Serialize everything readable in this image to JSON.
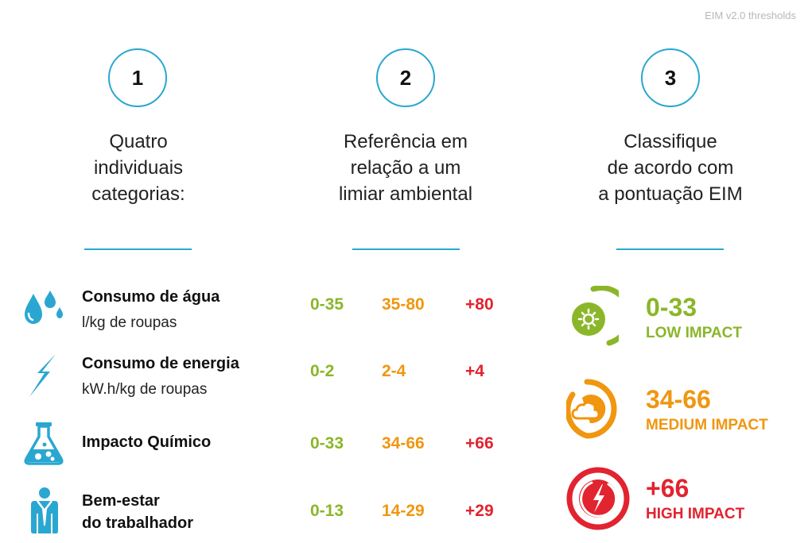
{
  "version": "EIM v2.0 thresholds",
  "colors": {
    "accent": "#2aa7d1",
    "green": "#8bb62a",
    "orange": "#f0960f",
    "red": "#e22330"
  },
  "steps": [
    {
      "number": "1",
      "lines": [
        "Quatro",
        "individuais",
        "categorias:"
      ]
    },
    {
      "number": "2",
      "lines": [
        "Referência em",
        "relação a um",
        "limiar ambiental"
      ]
    },
    {
      "number": "3",
      "lines": [
        "Classifique",
        "de acordo com",
        "a pontuação EIM"
      ]
    }
  ],
  "categories": [
    {
      "icon": "water-drops-icon",
      "name": [
        "Consumo de água"
      ],
      "unit": "l/kg de roupas",
      "values": [
        "0-35",
        "35-80",
        "+80"
      ]
    },
    {
      "icon": "lightning-icon",
      "name": [
        "Consumo de energia"
      ],
      "unit": "kW.h/kg de roupas",
      "values": [
        "0-2",
        "2-4",
        "+4"
      ]
    },
    {
      "icon": "chemical-flask-icon",
      "name": [
        "Impacto Químico"
      ],
      "unit": "",
      "values": [
        "0-33",
        "34-66",
        "+66"
      ]
    },
    {
      "icon": "worker-icon",
      "name": [
        "Bem-estar",
        "do trabalhador"
      ],
      "unit": "",
      "values": [
        "0-13",
        "14-29",
        "+29"
      ]
    }
  ],
  "impacts": [
    {
      "icon": "low-impact-sun-icon",
      "range": "0-33",
      "label": "LOW IMPACT",
      "color": "#8bb62a"
    },
    {
      "icon": "medium-impact-cloud-icon",
      "range": "34-66",
      "label": "MEDIUM IMPACT",
      "color": "#f0960f"
    },
    {
      "icon": "high-impact-lightning-icon",
      "range": "+66",
      "label": "HIGH IMPACT",
      "color": "#e22330"
    }
  ]
}
